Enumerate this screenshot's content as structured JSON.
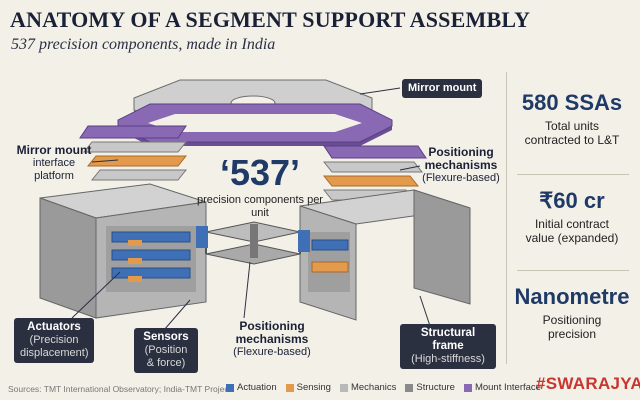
{
  "header": {
    "title": "ANATOMY OF A SEGMENT SUPPORT ASSEMBLY",
    "subtitle": "537 precision components, made in India"
  },
  "center": {
    "number": "‘537’",
    "label": "precision components per unit"
  },
  "callouts": {
    "mirror_mount": "Mirror mount",
    "mirror_platform_title": "Mirror mount",
    "mirror_platform_sub": "interface platform",
    "positioning_right_title": "Positioning mechanisms",
    "positioning_right_sub": "(Flexure-based)",
    "actuators_title": "Actuators",
    "actuators_sub": "(Precision displacement)",
    "sensors_title": "Sensors",
    "sensors_sub": "(Position & force)",
    "positioning_bottom_title": "Positioning mechanisms",
    "positioning_bottom_sub": "(Flexure-based)",
    "structural_title": "Structural frame",
    "structural_sub": "(High-stiffness)"
  },
  "stats": [
    {
      "value": "580 SSAs",
      "label": "Total units contracted to L&T"
    },
    {
      "value": "₹60 cr",
      "label": "Initial contract value (expanded)"
    },
    {
      "value": "Nanometre",
      "label": "Positioning precision"
    }
  ],
  "footer": {
    "sources": "Sources: TMT International Observatory; India-TMT Project",
    "brand": "#SWARAJYA"
  },
  "legend": [
    {
      "label": "Actuation",
      "color": "#3f6fb5"
    },
    {
      "label": "Sensing",
      "color": "#e39a4c"
    },
    {
      "label": "Mechanics",
      "color": "#b9b9b9"
    },
    {
      "label": "Structure",
      "color": "#8a8a8a"
    },
    {
      "label": "Mount Interface",
      "color": "#8a69b4"
    }
  ],
  "colors": {
    "actuation": "#3f6fb5",
    "sensing": "#e39a4c",
    "mechanics": "#b9b9b9",
    "structure": "#8a8a8a",
    "mount": "#8a69b4",
    "brand": "#c7362f"
  }
}
